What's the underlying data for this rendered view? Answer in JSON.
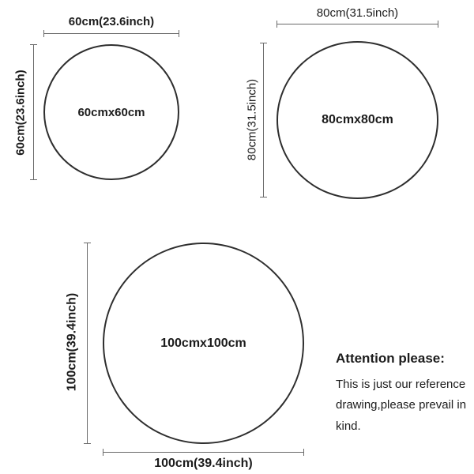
{
  "page": {
    "background": "#ffffff"
  },
  "colors": {
    "circle_outline": "#2e2e2e",
    "dimension_line": "#6a6a6a",
    "text": "#1c1c1c"
  },
  "circles": [
    {
      "size_label": "60cmx60cm",
      "width_dim": "60cm(23.6inch)",
      "height_dim": "60cm(23.6inch)"
    },
    {
      "size_label": "80cmx80cm",
      "width_dim": "80cm(31.5inch)",
      "height_dim": "80cm(31.5inch)"
    },
    {
      "size_label": "100cmx100cm",
      "width_dim": "100cm(39.4inch)",
      "height_dim": "100cm(39.4inch)"
    }
  ],
  "attention": {
    "title": "Attention please:",
    "body": "This is just our reference drawing,please prevail in kind."
  }
}
